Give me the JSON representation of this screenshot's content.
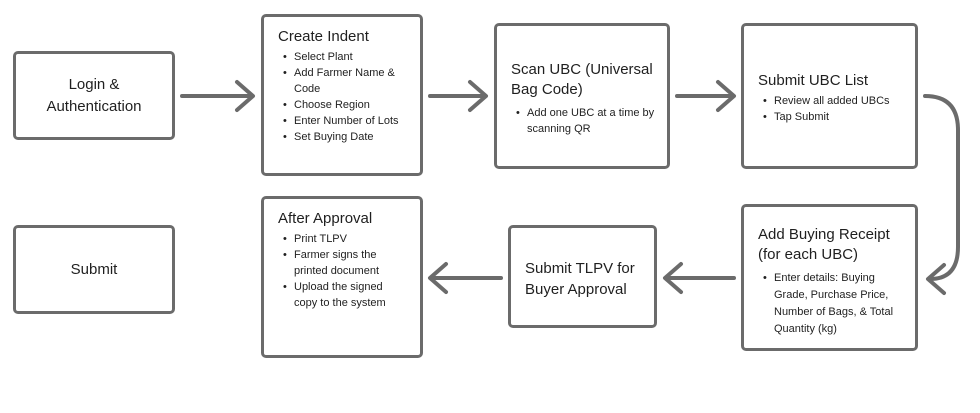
{
  "steps": {
    "login": {
      "title": "Login & Authentication"
    },
    "create_indent": {
      "title": "Create Indent",
      "bullets": [
        "Select Plant",
        "Add Farmer Name & Code",
        "Choose Region",
        "Enter Number of Lots",
        "Set Buying Date"
      ]
    },
    "scan_ubc": {
      "title": "Scan UBC (Universal Bag Code)",
      "bullets": [
        "Add one UBC at a time by scanning QR"
      ]
    },
    "submit_ubc": {
      "title": "Submit UBC List",
      "bullets": [
        "Review all added UBCs",
        "Tap Submit"
      ]
    },
    "buying_receipt": {
      "title": "Add Buying Receipt (for each UBC)",
      "bullets": [
        "Enter details: Buying Grade, Purchase Price, Number of Bags, & Total Quantity (kg)"
      ]
    },
    "submit_tlpv": {
      "title": "Submit TLPV for Buyer Approval"
    },
    "after_approval": {
      "title": "After Approval",
      "bullets": [
        "Print TLPV",
        "Farmer signs the printed document",
        "Upload the signed copy to the system"
      ]
    },
    "submit": {
      "title": "Submit"
    }
  },
  "colors": {
    "border": "#6b6b6b",
    "arrow": "#6b6b6b",
    "text": "#1f1f1f"
  }
}
